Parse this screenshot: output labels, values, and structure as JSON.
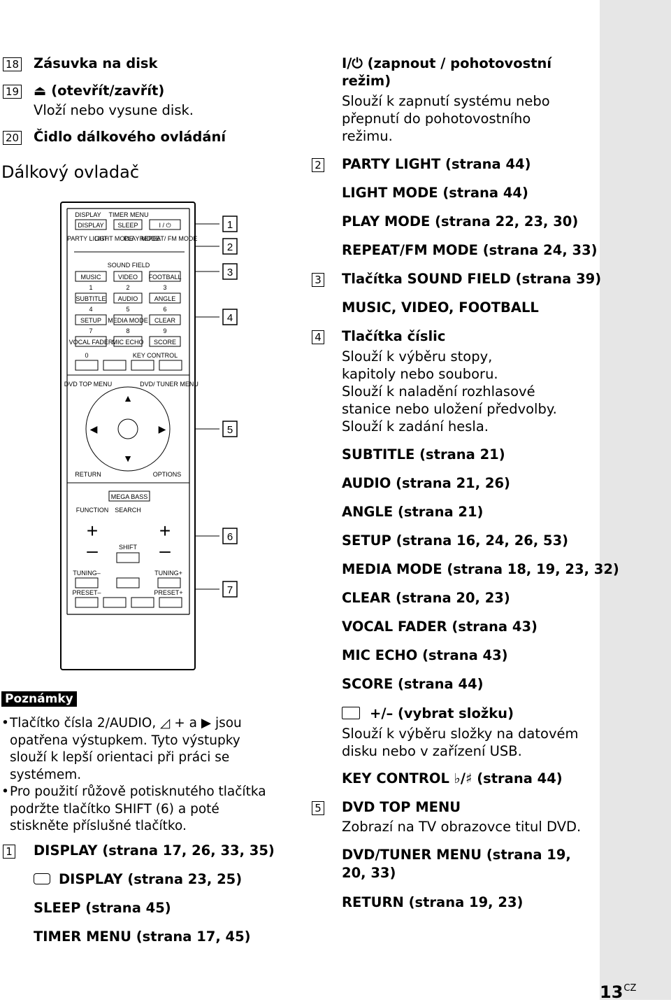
{
  "left": {
    "items_top": [
      {
        "num": "18",
        "text": "Zásuvka na disk"
      },
      {
        "num": "19",
        "text": "⏏ (otevřít/zavřít)"
      },
      {
        "num": "",
        "text": "Vloží nebo vysune disk."
      },
      {
        "num": "20",
        "text": "Čidlo dálkového ovládání"
      }
    ],
    "section_title": "Dálkový ovladač",
    "notes_badge": "Poznámky",
    "notes": [
      "Tlačítko čísla 2/AUDIO, ◿ + a ▶ jsou opatřena výstupkem. Tyto výstupky slouží k lepší orientaci při práci se systémem.",
      "Pro použití růžově potisknutého tlačítka podržte tlačítko SHIFT (6) a poté stiskněte příslušné tlačítko."
    ],
    "item1_num": "1",
    "item1": [
      "DISPLAY (strana 17, 26, 33, 35)",
      "DISPLAY (strana 23, 25)",
      "SLEEP (strana 45)",
      "TIMER MENU (strana 17, 45)"
    ]
  },
  "right": {
    "power_title_1": "I/⏻ (zapnout / pohotovostní",
    "power_title_2": "režim)",
    "power_desc": [
      "Slouží k zapnutí systému nebo",
      "přepnutí do pohotovostního",
      "režimu."
    ],
    "item2_num": "2",
    "item2": [
      "PARTY LIGHT (strana 44)",
      "LIGHT MODE (strana 44)",
      "PLAY MODE (strana 22, 23, 30)",
      "REPEAT/FM MODE (strana 24, 33)"
    ],
    "item3_num": "3",
    "item3": [
      "Tlačítka SOUND FIELD (strana 39)",
      "MUSIC, VIDEO, FOOTBALL"
    ],
    "item4_num": "4",
    "item4_title": "Tlačítka číslic",
    "item4_desc": [
      "Slouží k výběru stopy,",
      "kapitoly nebo souboru.",
      "Slouží k naladění rozhlasové",
      "stanice nebo uložení předvolby.",
      "Slouží k zadání hesla."
    ],
    "item4_list": [
      "SUBTITLE (strana 21)",
      "AUDIO (strana 21, 26)",
      "ANGLE (strana 21)",
      "SETUP (strana 16, 24, 26, 53)",
      "MEDIA MODE (strana 18, 19, 23, 32)",
      "CLEAR (strana 20, 23)",
      "VOCAL FADER (strana 43)",
      "MIC ECHO (strana 43)",
      "SCORE (strana 44)"
    ],
    "folder_title": "+/– (vybrat složku)",
    "folder_desc": [
      "Slouží k výběru složky na datovém",
      "disku nebo v zařízení USB."
    ],
    "key_control": "KEY CONTROL ♭/♯ (strana 44)",
    "item5_num": "5",
    "item5_title": "DVD TOP MENU",
    "item5_desc": "Zobrazí na TV obrazovce titul DVD.",
    "item5_list_1": "DVD/TUNER MENU (strana 19,",
    "item5_list_2": "20, 33)",
    "item5_list_3": "RETURN (strana 19, 23)"
  },
  "remote": {
    "callouts": [
      "1",
      "2",
      "3",
      "4",
      "5",
      "6",
      "7"
    ],
    "row1_top": [
      "DISPLAY",
      "TIMER MENU"
    ],
    "row1": [
      "DISPLAY",
      "SLEEP",
      "I / ⏻"
    ],
    "row2": [
      "PARTY LIGHT",
      "LIGHT MODE",
      "PLAY MODE",
      "REPEAT/ FM MODE"
    ],
    "sound_field": "SOUND FIELD",
    "row3": [
      "MUSIC",
      "VIDEO",
      "FOOTBALL"
    ],
    "nums": [
      "1",
      "2",
      "3",
      "4",
      "5",
      "6",
      "7",
      "8",
      "9",
      "0"
    ],
    "row4": [
      "SUBTITLE",
      "AUDIO",
      "ANGLE"
    ],
    "row5": [
      "SETUP",
      "MEDIA MODE",
      "CLEAR"
    ],
    "row6": [
      "VOCAL FADER",
      "MIC ECHO",
      "SCORE"
    ],
    "key_control": "KEY CONTROL",
    "nav": [
      "DVD TOP MENU",
      "DVD/ TUNER MENU",
      "RETURN",
      "OPTIONS"
    ],
    "mega_bass": "MEGA BASS",
    "function": "FUNCTION",
    "search": "SEARCH",
    "shift": "SHIFT",
    "tuning_minus": "TUNING–",
    "tuning_plus": "TUNING+",
    "preset_minus": "PRESET–",
    "preset_plus": "PRESET+"
  },
  "page": {
    "number": "13",
    "suffix": "CZ"
  }
}
